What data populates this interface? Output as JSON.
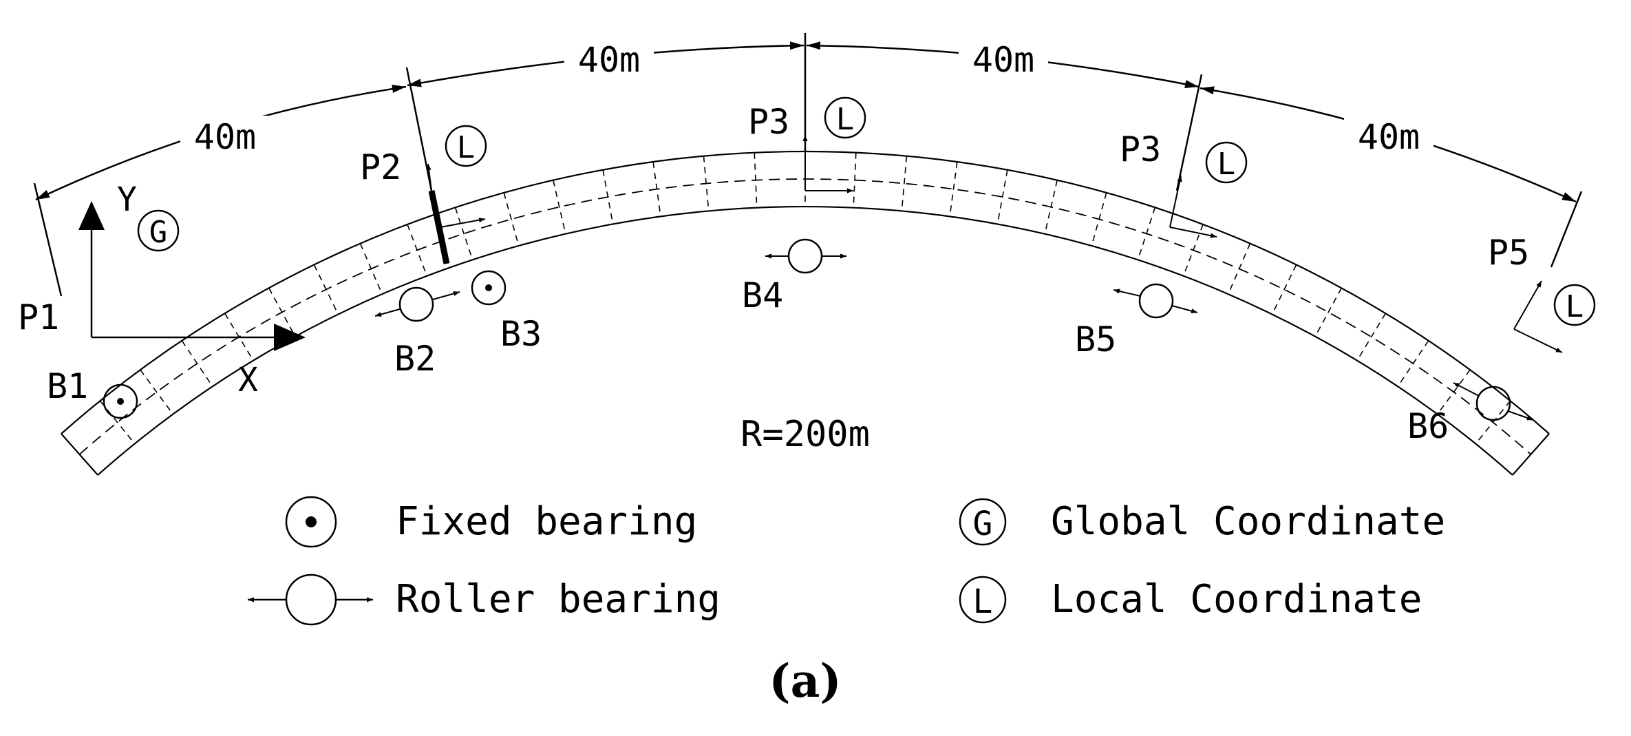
{
  "diagram": {
    "dimensions": [
      "40m",
      "40m",
      "40m",
      "40m"
    ],
    "radius": "R=200m",
    "points": [
      "P1",
      "P2",
      "P3",
      "P3",
      "P5"
    ],
    "bearings": [
      "B1",
      "B2",
      "B3",
      "B4",
      "B5",
      "B6"
    ],
    "axes": {
      "x": "X",
      "y": "Y"
    },
    "symbols": {
      "global": "G",
      "local": "L"
    }
  },
  "legend": {
    "fixed": "Fixed bearing",
    "roller": "Roller bearing",
    "global": "Global Coordinate",
    "local": "Local Coordinate",
    "global_symbol": "G",
    "local_symbol": "L"
  },
  "caption": "(a)"
}
